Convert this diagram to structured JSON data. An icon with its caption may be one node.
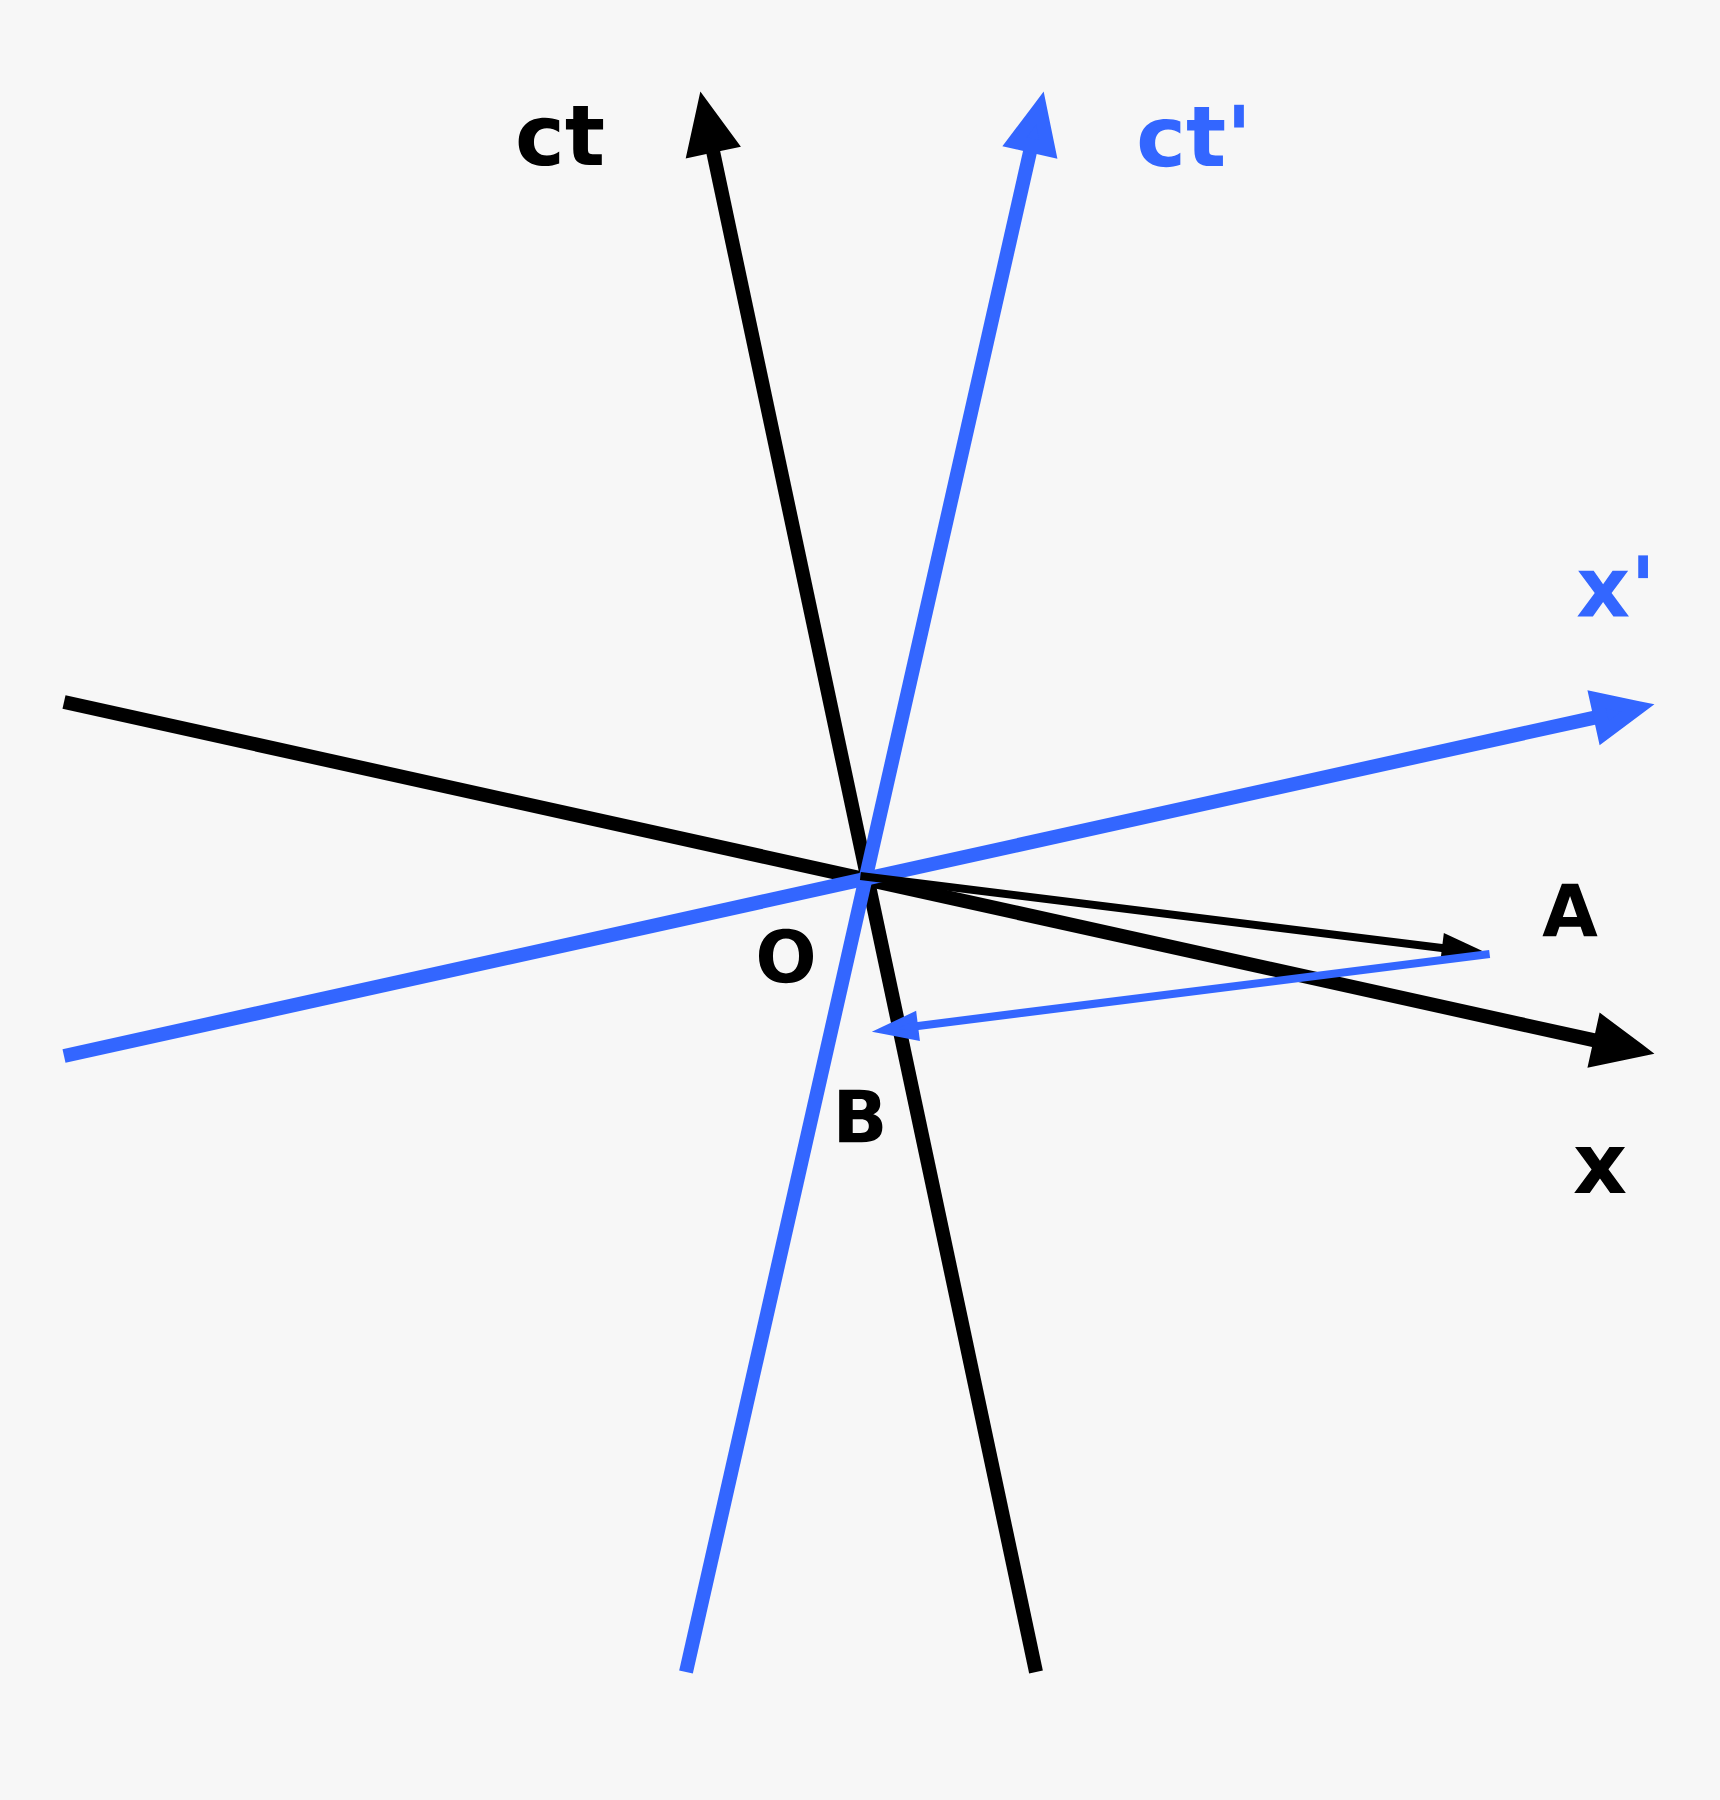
{
  "diagram": {
    "nodes": [
      {
        "text": [
          "O"
        ]
      },
      {
        "text": [
          "A"
        ]
      },
      {
        "text": [
          "B"
        ]
      }
    ],
    "edges": [
      {
        "from": 0,
        "to": 1,
        "arrow": "to"
      },
      {
        "from": 1,
        "to": 2,
        "arrow": "to",
        "color": "#3366ff"
      }
    ],
    "labels": [
      "ct",
      "ct'",
      "x'",
      "x"
    ]
  }
}
